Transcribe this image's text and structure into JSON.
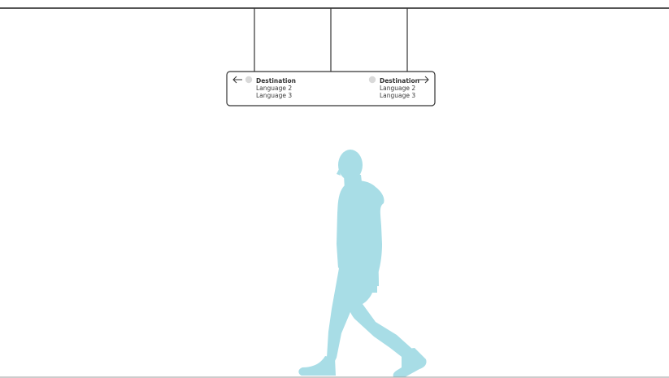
{
  "sign": {
    "left": {
      "direction": "left",
      "destination": "Destination",
      "language_2": "Language 2",
      "language_3": "Language 3"
    },
    "right": {
      "direction": "right",
      "destination": "Destination",
      "language_2": "Language 2",
      "language_3": "Language 3"
    }
  },
  "colors": {
    "line": "#555555",
    "sign_border": "#333333",
    "dot": "#d9d9d9",
    "person": "#a8dde6",
    "floor": "#9a9a9a"
  },
  "icons": {
    "left_arrow": "arrow-left-icon",
    "right_arrow": "arrow-right-icon",
    "person": "walking-person-silhouette"
  }
}
